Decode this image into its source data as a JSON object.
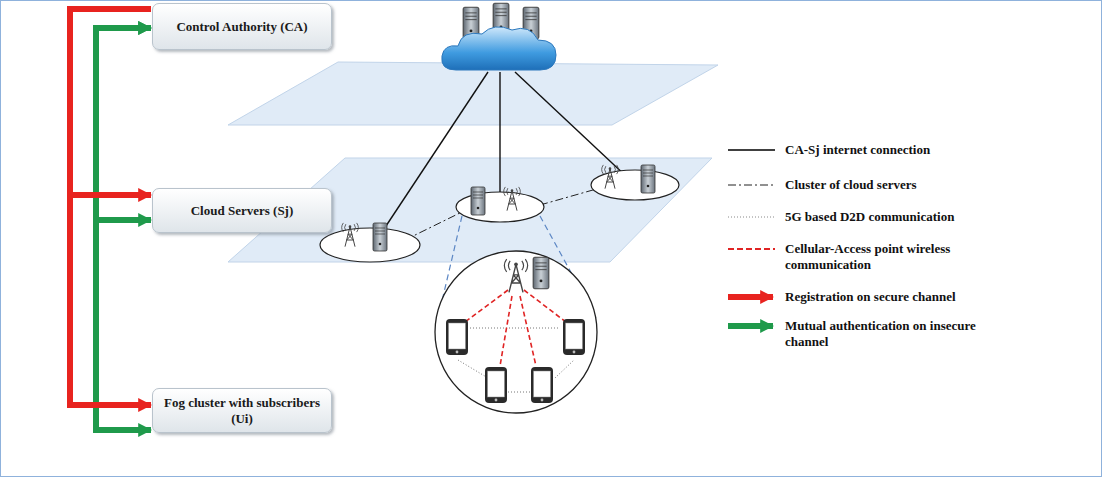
{
  "diagram": {
    "nodes": [
      {
        "text": [
          "Control Authority (CA)"
        ]
      },
      {
        "text": [
          "Cloud Servers (Sj)"
        ]
      },
      {
        "text": [
          "Fog cluster with subscribers (Ui)"
        ]
      }
    ],
    "edges": [
      {
        "from": 0,
        "to": 1,
        "arrow": "to"
      },
      {
        "from": 0,
        "to": 2,
        "arrow": "to"
      },
      {
        "from": 0,
        "to": 1,
        "arrow": "both"
      },
      {
        "from": 0,
        "to": 2,
        "arrow": "both"
      }
    ],
    "legend": [
      {
        "text": "CA-Sj internet connection"
      },
      {
        "text": "Cluster of cloud servers"
      },
      {
        "text": "5G based D2D communication"
      },
      {
        "text": "Cellular-Access point wireless communication"
      },
      {
        "text": "Registration on secure channel"
      },
      {
        "text": "Mutual authentication on insecure channel"
      }
    ]
  }
}
